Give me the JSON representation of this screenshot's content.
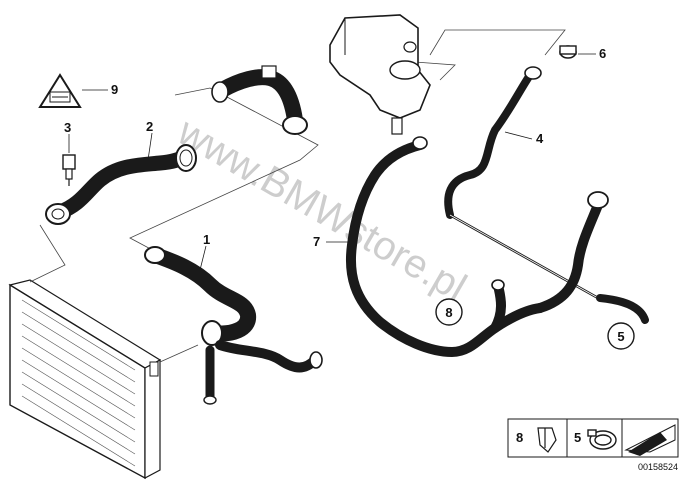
{
  "watermark": "www.BMWstore.pl",
  "callouts": {
    "c1": "1",
    "c2": "2",
    "c3": "3",
    "c4": "4",
    "c5": "5",
    "c6": "6",
    "c7": "7",
    "c8": "8",
    "c9": "9",
    "c5_circle": "5",
    "c8_circle": "8"
  },
  "legend": {
    "item8": "8",
    "item5": "5"
  },
  "doc_number": "00158524"
}
